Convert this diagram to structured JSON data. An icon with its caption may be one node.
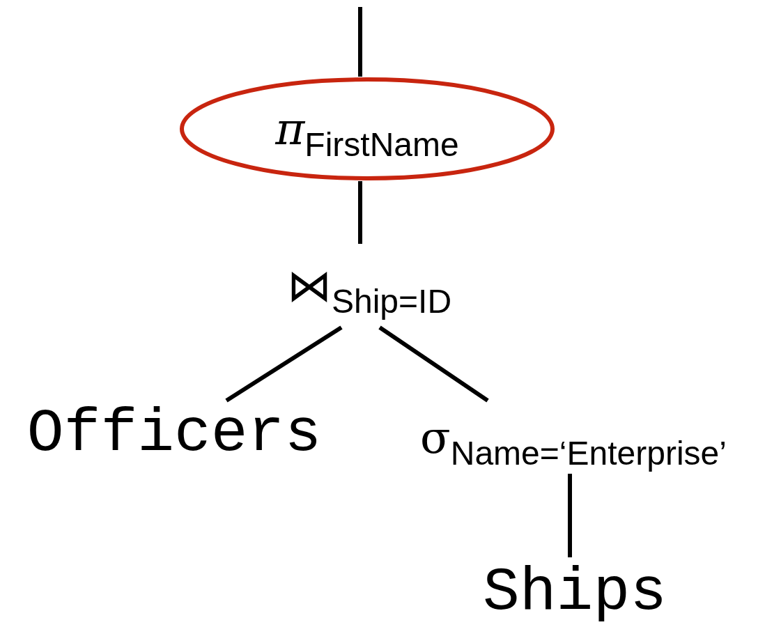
{
  "diagram": {
    "nodes": [
      {
        "text": [
          "π$_{FirstName}$"
        ]
      },
      {
        "text": [
          "⋈$_{Ship=ID}$"
        ]
      },
      {
        "text": [
          "Officers"
        ]
      },
      {
        "text": [
          "σ$_{Name=‘Enterprise’}$"
        ]
      },
      {
        "text": [
          "Ships"
        ]
      }
    ],
    "edges": [
      {
        "from": null,
        "to": 0,
        "arrow": "none"
      },
      {
        "from": 0,
        "to": 1,
        "arrow": "none"
      },
      {
        "from": 1,
        "to": 2,
        "arrow": "none"
      },
      {
        "from": 1,
        "to": 3,
        "arrow": "none"
      },
      {
        "from": 3,
        "to": 4,
        "arrow": "none"
      }
    ]
  }
}
